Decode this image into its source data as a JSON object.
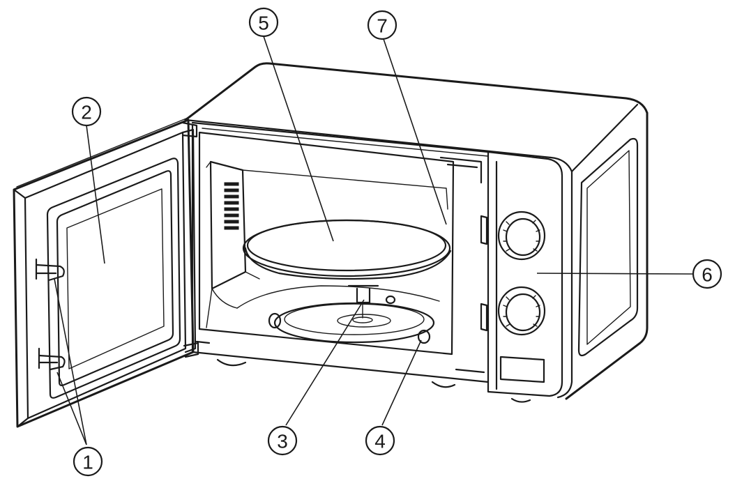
{
  "callouts": [
    {
      "id": "c1",
      "label": "1"
    },
    {
      "id": "c2",
      "label": "2"
    },
    {
      "id": "c3",
      "label": "3"
    },
    {
      "id": "c4",
      "label": "4"
    },
    {
      "id": "c5",
      "label": "5"
    },
    {
      "id": "c6",
      "label": "6"
    },
    {
      "id": "c7",
      "label": "7"
    }
  ]
}
